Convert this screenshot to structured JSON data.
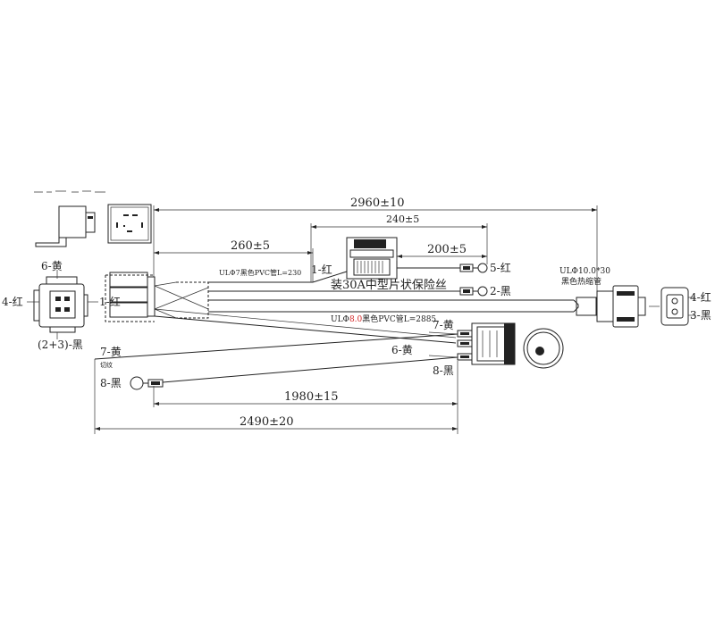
{
  "colors": {
    "ink": "#222222",
    "highlight": "#d62a2a",
    "background": "#ffffff"
  },
  "dimensions": {
    "overall": "2960±10",
    "fuse_span": "240±5",
    "left_branch": "260±5",
    "fuse_to_ring": "200±5",
    "switch_branch": "1980±15",
    "total_lower": "2490±20"
  },
  "labels": {
    "relay_pin6": "6-黄",
    "relay_pin4": "4-红",
    "relay_pin1": "1-红",
    "relay_pin23": "(2+3)-黑",
    "fuse_in": "1-红",
    "fuse_desc": "装30A中型片状保险丝",
    "ring5": "5-红",
    "ring2": "2-黑",
    "tube_short": "ULΦ7黑色PVC管L=230",
    "tube_long_pre": "ULΦ",
    "tube_long_num": "8.0",
    "tube_long_post": "黑色PVC管L=2885",
    "heat_shrink_1": "ULΦ10.0*30",
    "heat_shrink_2": "黑色热缩管",
    "conn_pin4": "4-红",
    "conn_pin3": "3-黑",
    "switch_pin7": "7-黄",
    "switch_pin6": "6-黄",
    "switch_pin8": "8-黑",
    "lower_pin7": "7-黄",
    "lower_pin8": "8-黑",
    "cut_note": "切纹"
  },
  "icons": {
    "relay": "relay-icon",
    "fuse_holder": "fuse-holder-icon",
    "ring_terminal": "ring-terminal-icon",
    "connector": "connector-icon",
    "rocker_switch": "rocker-switch-icon",
    "round_switch": "round-switch-icon"
  }
}
